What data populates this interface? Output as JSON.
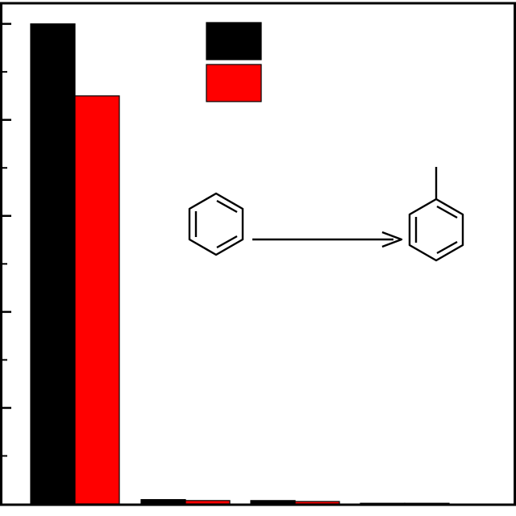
{
  "chart_data": {
    "type": "bar",
    "categories": [
      "",
      "",
      "",
      ""
    ],
    "series": [
      {
        "color": "#000000",
        "values": [
          100,
          0.9,
          0.7,
          0.1
        ]
      },
      {
        "color": "#ff0000",
        "values": [
          85.0,
          0.7,
          0.5,
          0.0
        ]
      }
    ],
    "ylim": [
      0,
      104.3
    ],
    "major_ticks": [
      0,
      20,
      40,
      60,
      80,
      100
    ],
    "minor_ticks": [
      10,
      30,
      50,
      70,
      90
    ],
    "grid": false,
    "legend": {
      "placement": "top-center",
      "entries": [
        {
          "color": "#000000"
        },
        {
          "color": "#ff0000"
        }
      ]
    },
    "annotation": {
      "reactant": "benzene",
      "product": "toluene",
      "arrow": "right"
    }
  }
}
